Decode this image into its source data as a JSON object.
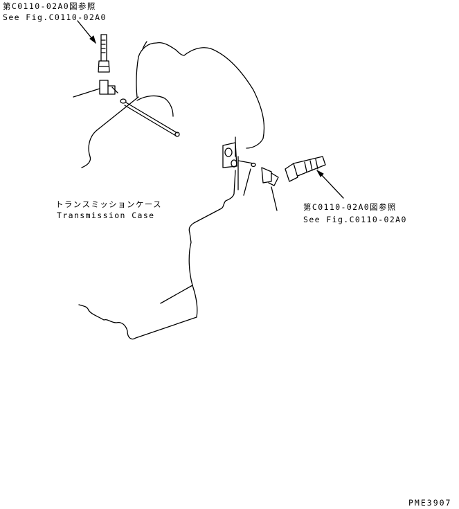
{
  "callouts": {
    "top_left": {
      "ref_jp": "第C0110-02A0図参照",
      "ref_en": "See Fig.C0110-02A0"
    },
    "right": {
      "ref_jp": "第C0110-02A0図参照",
      "ref_en": "See Fig.C0110-02A0"
    }
  },
  "case_label": {
    "jp": "トランスミッションケース",
    "en": "Transmission Case"
  },
  "drawing_code": "PME3907"
}
